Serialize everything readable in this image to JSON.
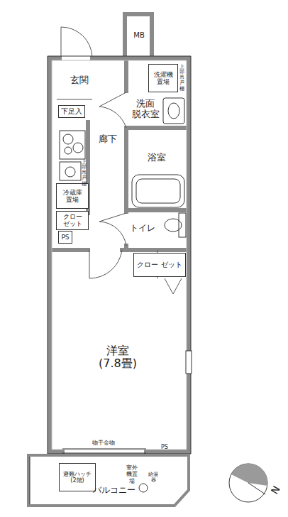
{
  "diagram": {
    "nodes": [
      {
        "text": [
          "MB"
        ]
      },
      {
        "text": [
          "玄関"
        ]
      },
      {
        "text": [
          "洗濯機 置場"
        ]
      },
      {
        "text": [
          "洗面 脱衣室"
        ]
      },
      {
        "text": [
          "下足入"
        ]
      },
      {
        "text": [
          "廊下"
        ]
      },
      {
        "text": [
          "浴室"
        ]
      },
      {
        "text": [
          "冷蔵庫 置場"
        ]
      },
      {
        "text": [
          "クロー ゼット"
        ]
      },
      {
        "text": [
          "PS"
        ]
      },
      {
        "text": [
          "トイレ"
        ]
      },
      {
        "text": [
          "クロー ゼット"
        ]
      },
      {
        "text": [
          "洋室",
          "(7.8畳)"
        ]
      },
      {
        "text": [
          "避難ハッチ (2階)"
        ]
      },
      {
        "text": [
          "バルコニー"
        ]
      }
    ],
    "labels": [
      "上部吊戸棚",
      "上部吊戸棚",
      "物干金物",
      "PS",
      "室外機置場",
      "給湯器",
      "N"
    ]
  }
}
